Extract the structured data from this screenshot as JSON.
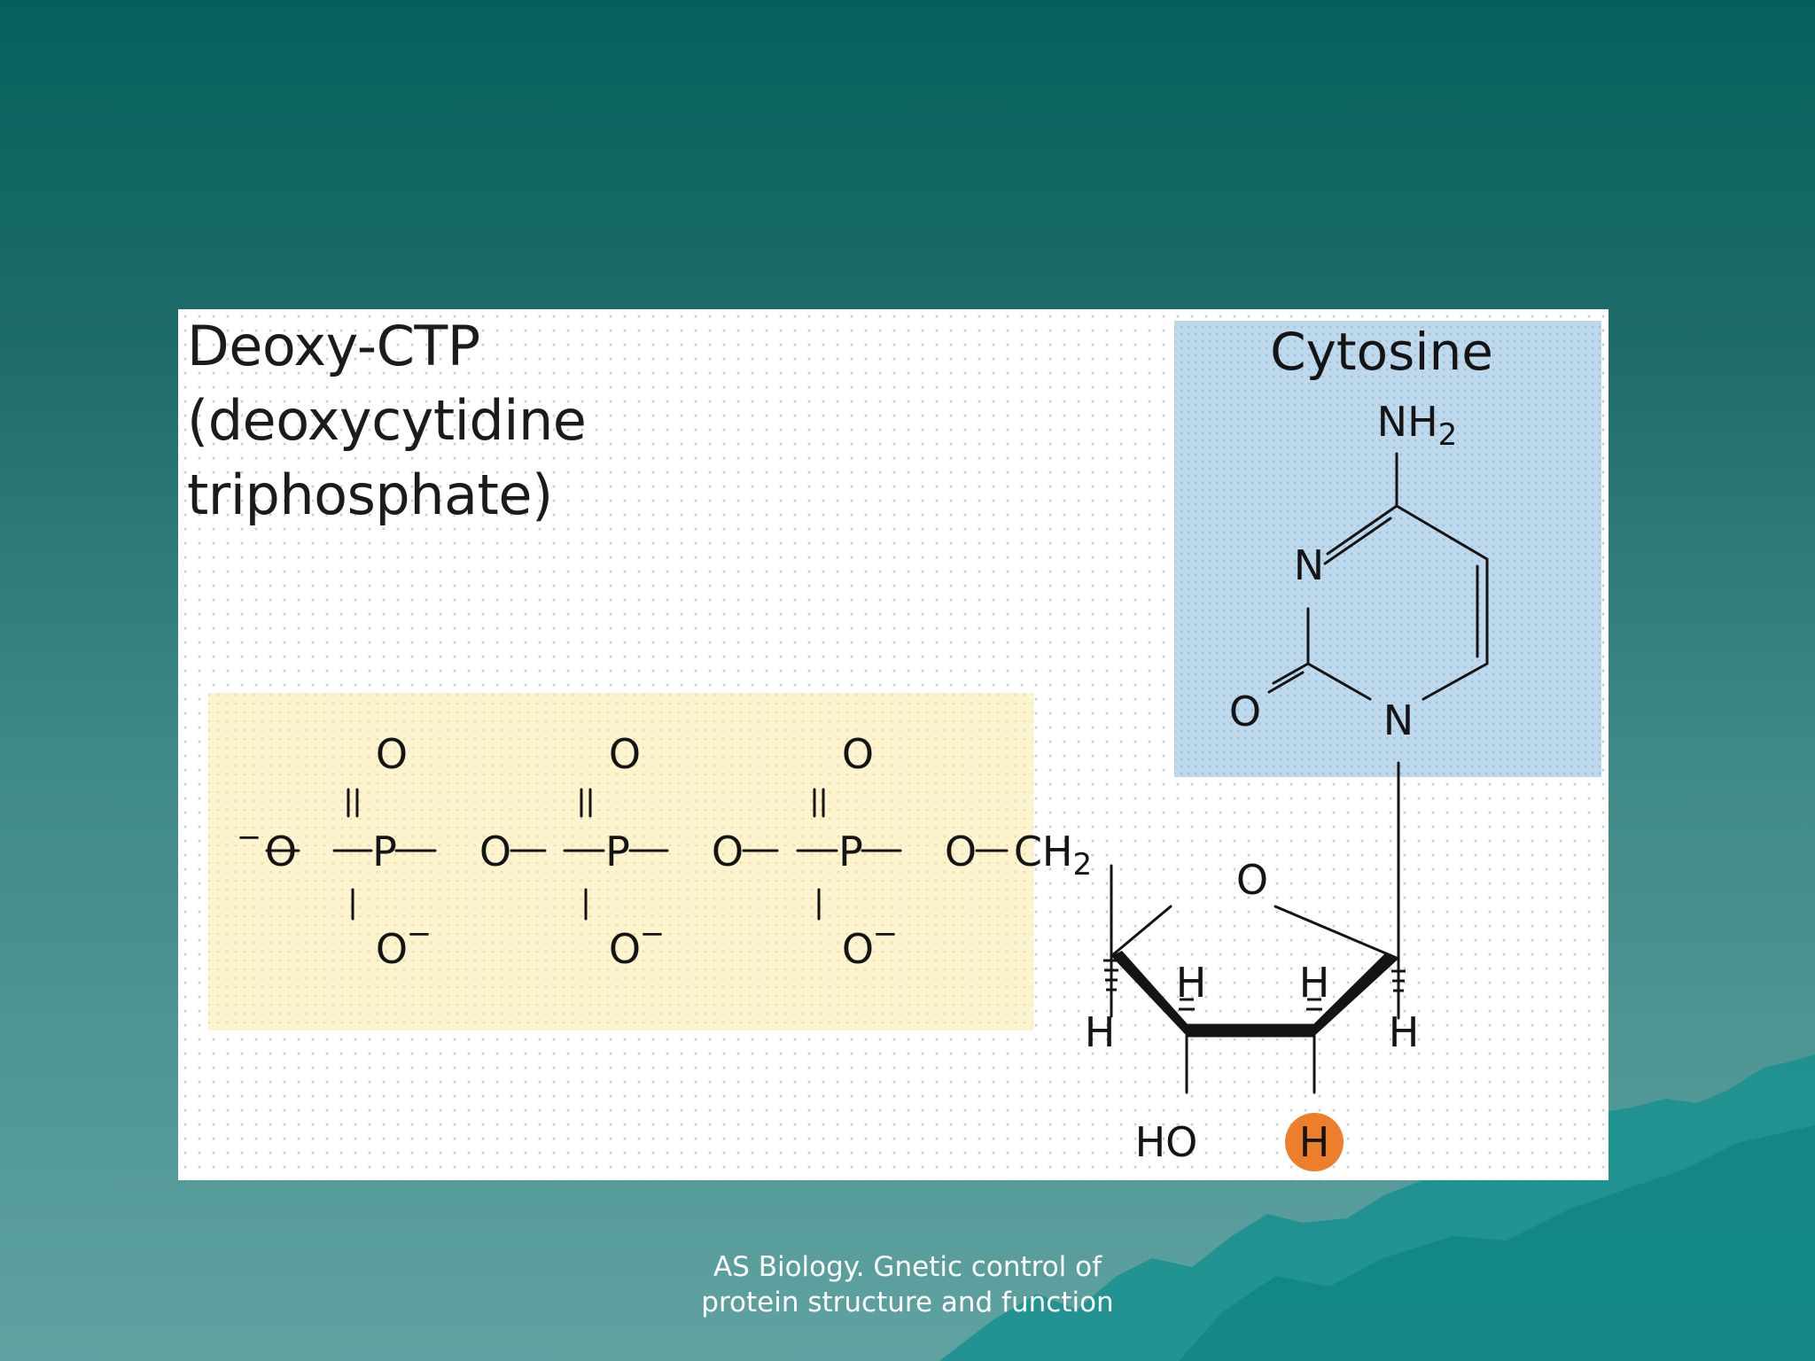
{
  "diagram": {
    "title_lines": [
      "Deoxy-CTP",
      "(deoxycytidine",
      "triphosphate)"
    ],
    "base_label": "Cytosine",
    "colors": {
      "phosphate_box": "#fbf1c8",
      "base_box": "#b6d3e7",
      "highlight": "#ec7e2c",
      "bond": "#141414"
    },
    "atoms": {
      "nh2": "NH",
      "nh2_sub": "2",
      "n_ring_top": "N",
      "n_ring_bottom": "N",
      "o_carbonyl": "O",
      "o_terminal": "O",
      "o_charge": "−",
      "p": "P",
      "o_bridge": "O",
      "o_double": "O",
      "o_minus": "O",
      "ch2": "CH",
      "ch2_sub": "2",
      "o_ring": "O",
      "h": "H",
      "ho": "HO",
      "h_highlight": "H"
    }
  },
  "footer": {
    "line1": "AS Biology. Gnetic control of",
    "line2": "protein structure and function"
  }
}
